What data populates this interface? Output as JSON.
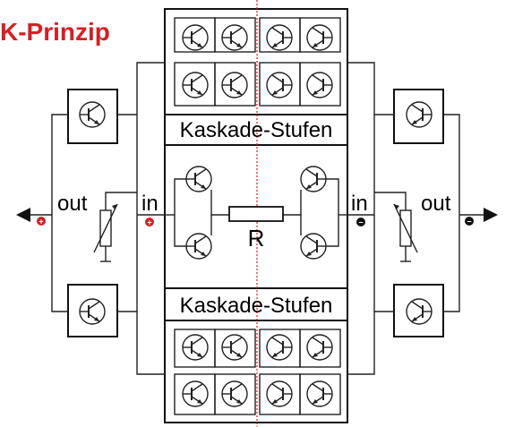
{
  "title": "K-Prinzip",
  "cascade_top_label": "Kaskade-Stufen",
  "cascade_bottom_label": "Kaskade-Stufen",
  "resistor_label": "R",
  "left": {
    "out_label": "out",
    "in_label": "in",
    "out_sign": "+",
    "in_sign": "+"
  },
  "right": {
    "in_label": "in",
    "out_label": "out",
    "in_sign": "−",
    "out_sign": "−"
  },
  "colors": {
    "accent": "#d41f26",
    "line": "#222222"
  }
}
